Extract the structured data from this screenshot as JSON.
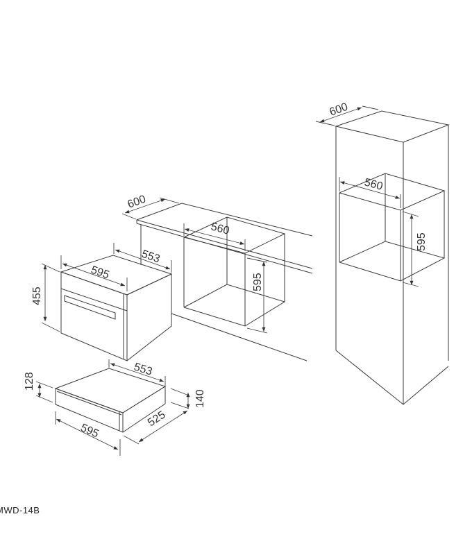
{
  "model_label": "MWD-14B",
  "dimensions": {
    "oven_height": "455",
    "oven_width": "595",
    "oven_depth": "553",
    "counter_depth": "600",
    "niche_width": "560",
    "niche_height": "595",
    "drawer_depth": "553",
    "drawer_front_height": "128",
    "drawer_height": "140",
    "drawer_width": "595",
    "drawer_side_depth": "525",
    "tall_depth": "600",
    "tall_niche_width": "560",
    "tall_niche_height": "595"
  }
}
